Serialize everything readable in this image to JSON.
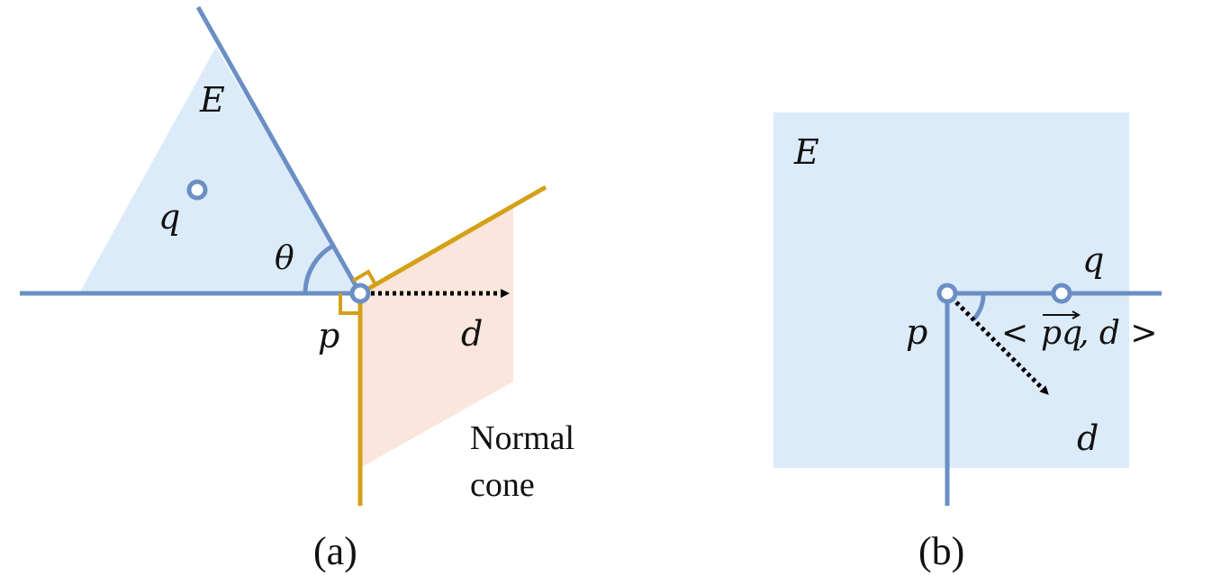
{
  "colors": {
    "blue_line": "#6b8fc4",
    "blue_fill": "#dcebf9",
    "gold": "#d4a017",
    "peach_fill": "#fae6dc",
    "arrow": "#000000",
    "text": "#111111"
  },
  "panel_a": {
    "label_E": "E",
    "label_q": "q",
    "label_theta": "θ",
    "label_p": "p",
    "label_d": "d",
    "normal_cone_line1": "Normal",
    "normal_cone_line2": "cone",
    "caption": "(a)"
  },
  "panel_b": {
    "label_E": "E",
    "label_q": "q",
    "label_p": "p",
    "label_d": "d",
    "angle_label_left": "<",
    "angle_label_vec": "pq",
    "angle_label_right": ", d >",
    "caption": "(b)"
  }
}
